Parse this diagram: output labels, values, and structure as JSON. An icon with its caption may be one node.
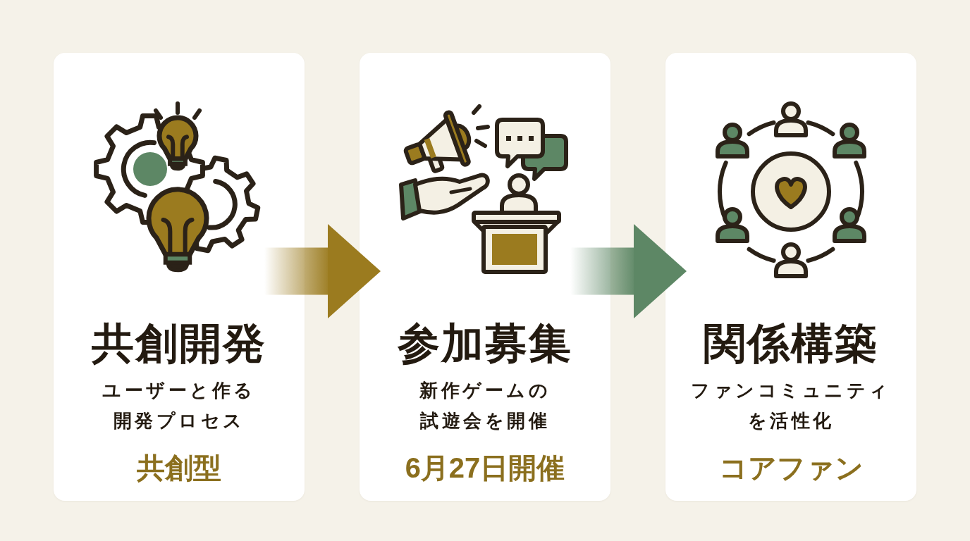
{
  "diagram": {
    "nodes": [
      {
        "text": [
          "共創開発",
          "ユーザーと作る開発プロセス",
          "共創型"
        ]
      },
      {
        "text": [
          "参加募集",
          "新作ゲームの試遊会を開催",
          "6月27日開催"
        ]
      },
      {
        "text": [
          "関係構築",
          "ファンコミュニティを活性化",
          "コアファン"
        ]
      }
    ],
    "edges": [
      {
        "from": 0,
        "to": 1,
        "arrow": "to",
        "style": "thick",
        "color": "#9b7b1f"
      },
      {
        "from": 1,
        "to": 2,
        "arrow": "to",
        "style": "thick",
        "color": "#5d8765"
      }
    ]
  }
}
